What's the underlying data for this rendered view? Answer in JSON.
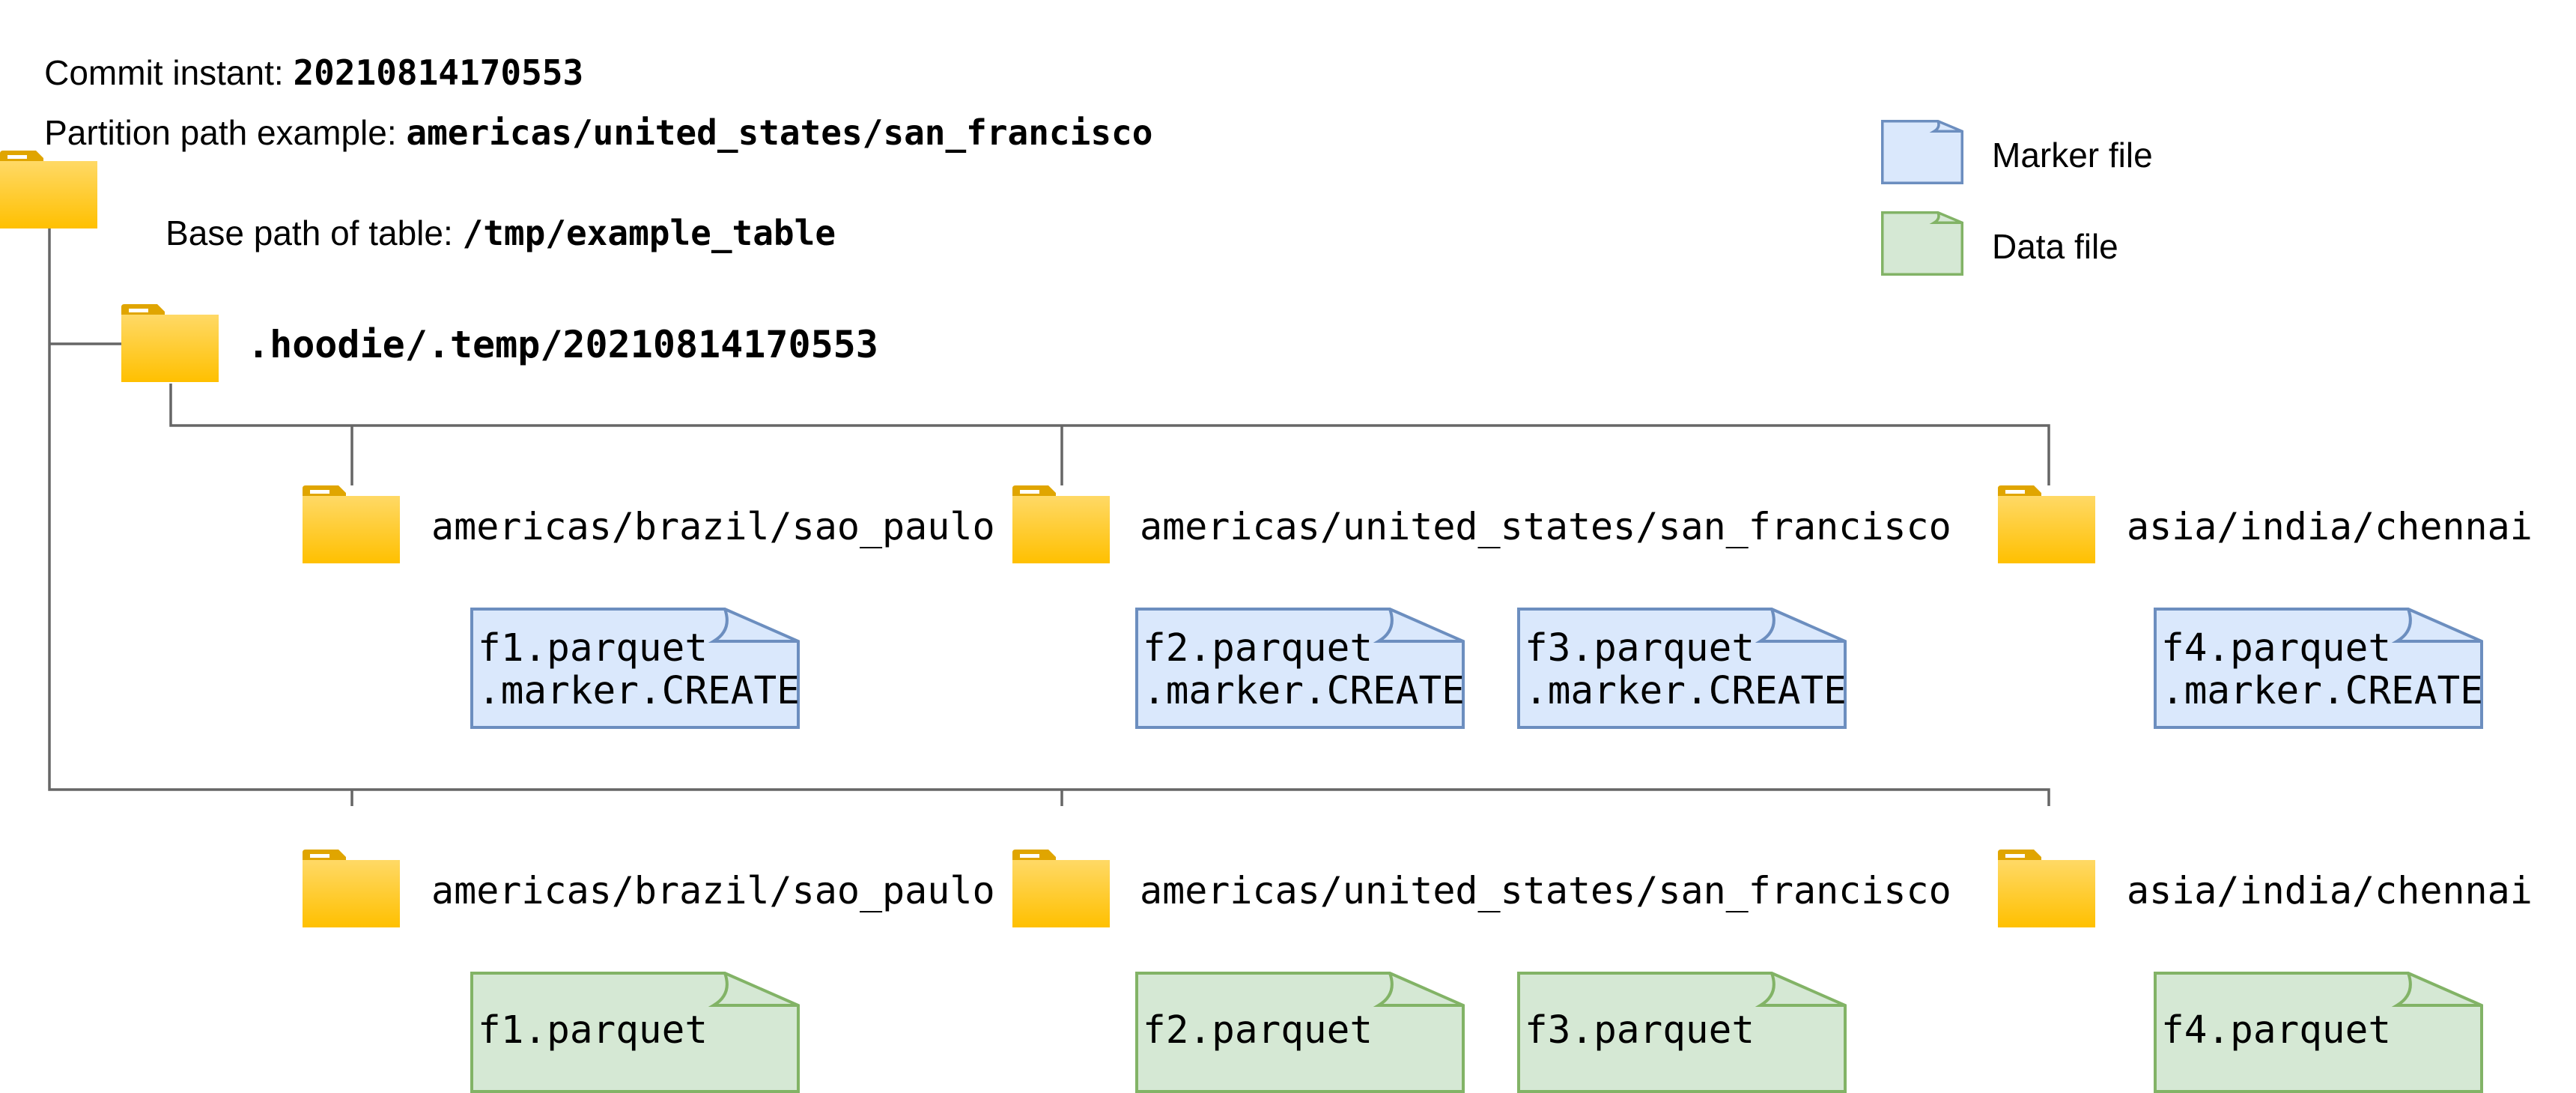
{
  "header": {
    "commit_label": "Commit instant: ",
    "commit_value": "20210814170553",
    "partition_label": "Partition path example: ",
    "partition_value": "americas/united_states/san_francisco"
  },
  "base": {
    "label": "Base path of table: ",
    "value": "/tmp/example_table"
  },
  "temp_folder": ".hoodie/.temp/20210814170553",
  "legend": {
    "marker": "Marker file",
    "data": "Data file"
  },
  "marker_partitions": [
    "americas/brazil/sao_paulo",
    "americas/united_states/san_francisco",
    "asia/india/chennai"
  ],
  "marker_files": [
    {
      "line1": "f1.parquet",
      "line2": ".marker.CREATE"
    },
    {
      "line1": "f2.parquet",
      "line2": ".marker.CREATE"
    },
    {
      "line1": "f3.parquet",
      "line2": ".marker.CREATE"
    },
    {
      "line1": "f4.parquet",
      "line2": ".marker.CREATE"
    }
  ],
  "data_partitions": [
    "americas/brazil/sao_paulo",
    "americas/united_states/san_francisco",
    "asia/india/chennai"
  ],
  "data_files": [
    {
      "name": "f1.parquet"
    },
    {
      "name": "f2.parquet"
    },
    {
      "name": "f3.parquet"
    },
    {
      "name": "f4.parquet"
    }
  ],
  "colors": {
    "folder_top": "#ffd966",
    "folder_bottom": "#ffc000",
    "folder_tab": "#e0a500",
    "marker_fill": "#dae8fc",
    "marker_stroke": "#6c8ebf",
    "data_fill": "#d5e8d4",
    "data_stroke": "#82b366",
    "connector": "#666666"
  }
}
